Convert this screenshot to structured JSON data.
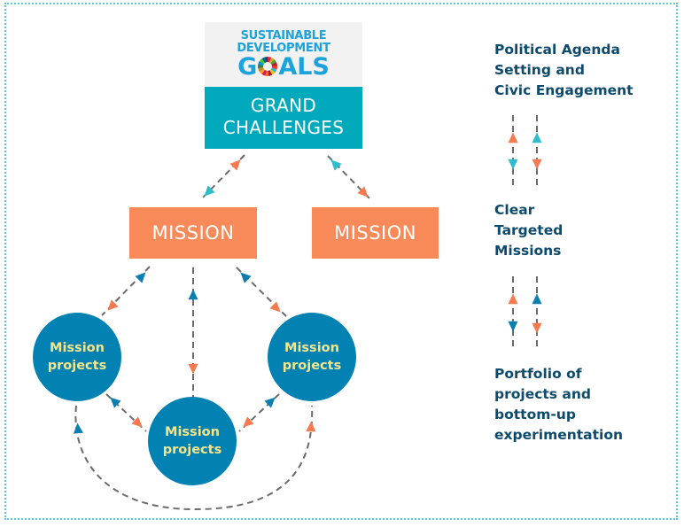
{
  "colors": {
    "frame": "#5bc8d6",
    "teal": "#00a9bb",
    "orange": "#f78a58",
    "blue": "#0281b3",
    "arrow_cyan": "#2fbccc",
    "arrow_orange": "#f7794f",
    "arrow_blue": "#0b7fb0",
    "dash": "#6b6b6b",
    "circle_text": "#f4e58a",
    "side_text": "#0d4a6b",
    "sdg_text": "#1aa3dd"
  },
  "sdg_logo": {
    "line1": "SUSTAINABLE",
    "line2": "DEVELOPMENT",
    "line3_pre": "G",
    "line3_post": "ALS",
    "icon": "sdg-color-wheel"
  },
  "grand_challenges": {
    "line1": "GRAND",
    "line2": "CHALLENGES"
  },
  "missions": [
    {
      "label": "MISSION"
    },
    {
      "label": "MISSION"
    }
  ],
  "mission_projects": [
    {
      "line1": "Mission",
      "line2": "projects"
    },
    {
      "line1": "Mission",
      "line2": "projects"
    },
    {
      "line1": "Mission",
      "line2": "projects"
    }
  ],
  "side_labels": [
    {
      "lines": [
        "Political Agenda",
        "Setting and",
        "Civic Engagement"
      ]
    },
    {
      "lines": [
        "Clear",
        "Targeted",
        "Missions"
      ]
    },
    {
      "lines": [
        "Portfolio of",
        "projects and",
        "bottom-up",
        "experimentation"
      ]
    }
  ]
}
